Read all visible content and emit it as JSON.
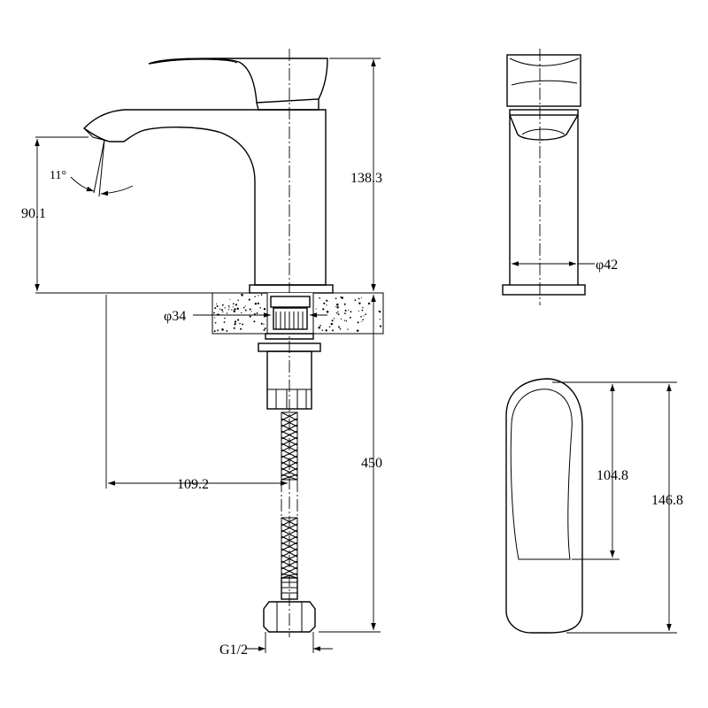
{
  "dimensions": {
    "body_height": "138.3",
    "spout_height": "90.1",
    "spout_angle": "11°",
    "base_hole_diameter": "φ34",
    "body_diameter": "φ42",
    "hose_length": "450",
    "spout_reach": "109.2",
    "connector_thread": "G1/2",
    "handle_length": "104.8",
    "overall_length": "146.8"
  }
}
